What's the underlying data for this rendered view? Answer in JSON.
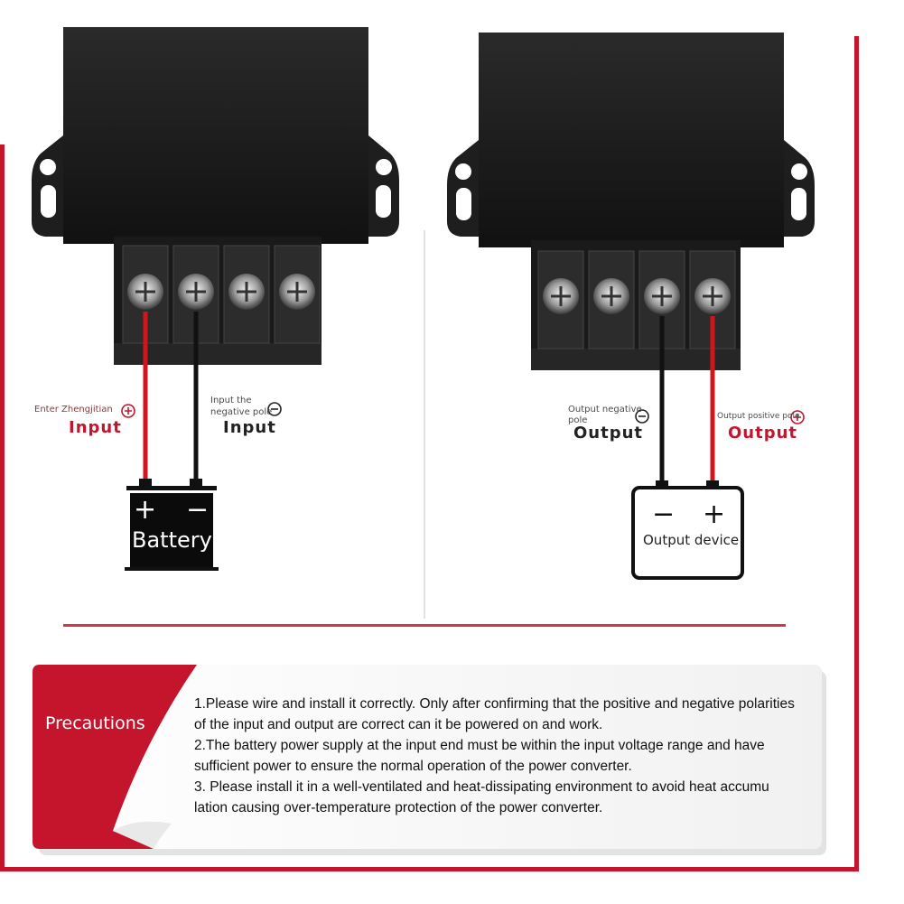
{
  "colors": {
    "accent_red": "#c4152c",
    "device_black": "#1c1c1c",
    "wire_red": "#d0151f",
    "wire_black": "#111111"
  },
  "left_diagram": {
    "positive_label": "Enter Zhengjitian",
    "positive_title": "Input",
    "negative_label_line1": "Input the",
    "negative_label_line2": "negative pole",
    "negative_title": "Input",
    "battery_plus": "+",
    "battery_minus": "−",
    "battery_label": "Battery"
  },
  "right_diagram": {
    "negative_label_line1": "Output negative",
    "negative_label_line2": "pole",
    "negative_title": "Output",
    "positive_label": "Output positive pole",
    "positive_title": "Output",
    "device_minus": "−",
    "device_plus": "+",
    "device_label": "Output device"
  },
  "precautions": {
    "title": "Precautions",
    "lines": [
      "1.Please wire and install it correctly. Only after confirming that the positive and negative polarities",
      "of the input and output are correct can it be powered on and work.",
      "2.The battery power supply at the input end must be within the input voltage range and have",
      "sufficient power to ensure the normal operation of the power converter.",
      "3. Please install it in a well-ventilated and heat-dissipating environment to avoid heat accumu",
      "lation causing over-temperature protection of the power converter."
    ]
  }
}
